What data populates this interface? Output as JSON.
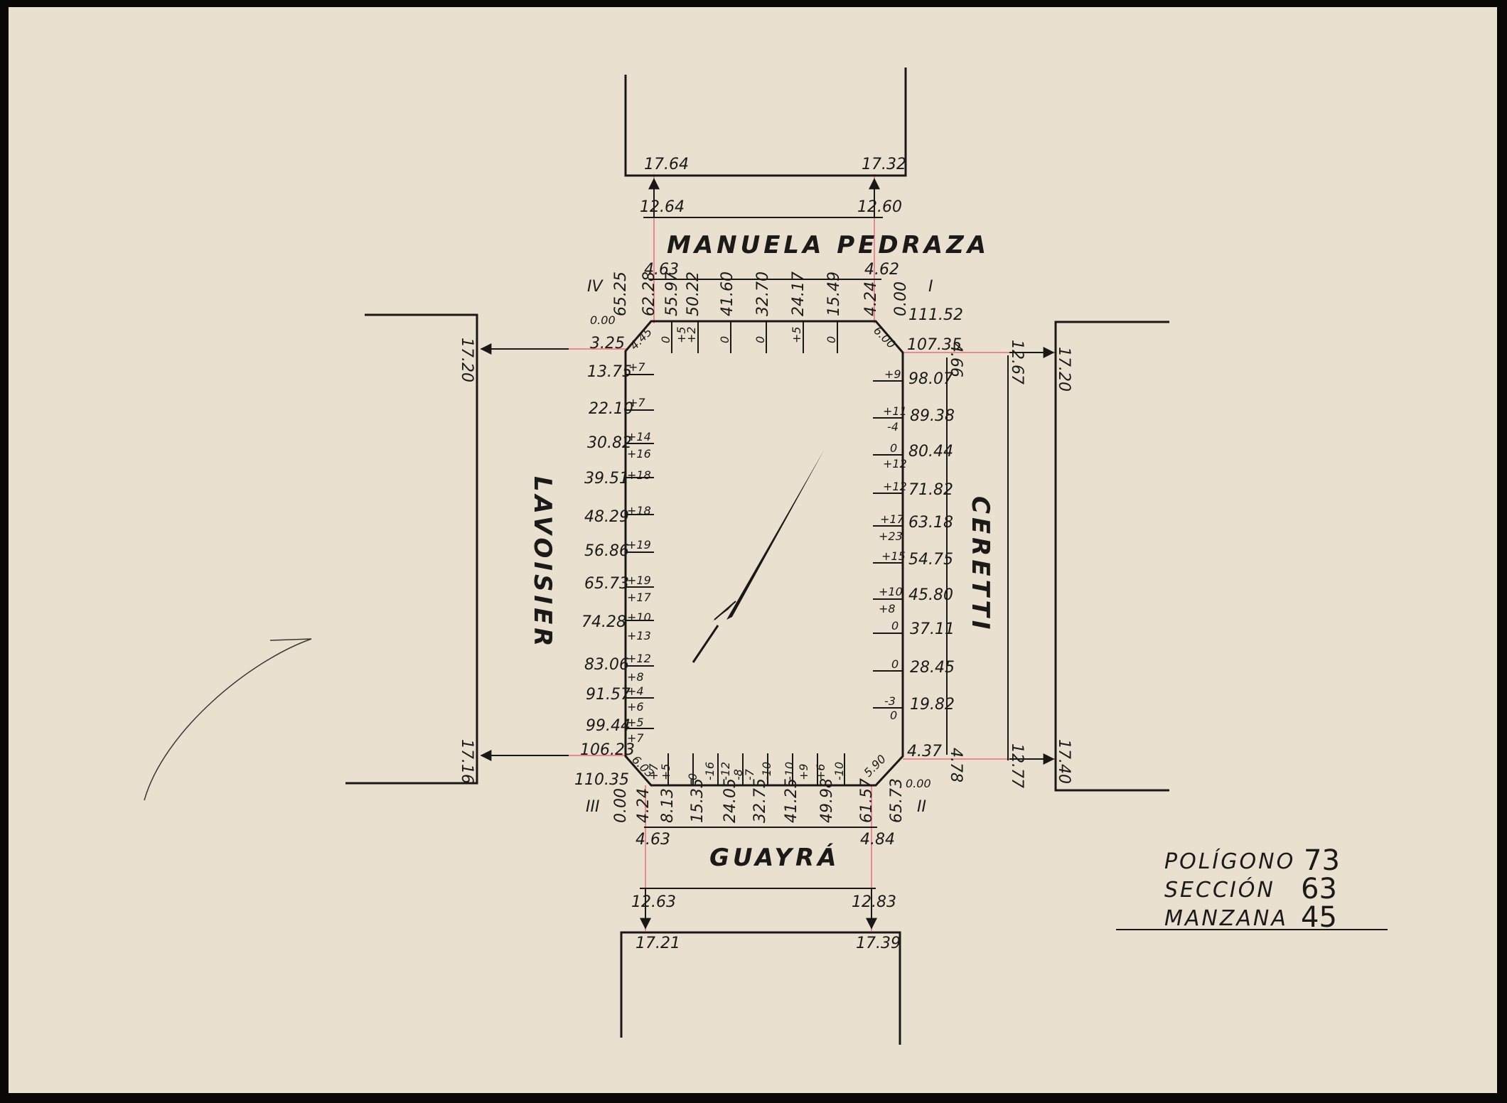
{
  "colors": {
    "paper": "#e6dccb",
    "ink": "#1a1816",
    "red": "#e88a96",
    "border": "#0a0806"
  },
  "streets": {
    "north": "MANUELA PEDRAZA",
    "south": "GUAYRÁ",
    "west": "LAVOISIER",
    "east": "CERETTI"
  },
  "corners": {
    "I": "I",
    "II": "II",
    "III": "III",
    "IV": "IV"
  },
  "north": {
    "outer_left": "17.64",
    "outer_right": "17.32",
    "mid_left": "12.64",
    "mid_right": "12.60",
    "inner_left": "4.63",
    "inner_right": "4.62",
    "distances": [
      "65.25",
      "62.28",
      "55.97",
      "50.22",
      "41.60",
      "32.70",
      "24.17",
      "15.49",
      "4.24",
      "0.00"
    ],
    "levels": [
      "0",
      "+5",
      "+2",
      "0",
      "0",
      "+5",
      "0"
    ],
    "chamfer_w": "4.45",
    "chamfer_e": "6.00"
  },
  "south": {
    "outer_left": "17.21",
    "outer_right": "17.39",
    "mid_left": "12.63",
    "mid_right": "12.83",
    "inner_left": "4.63",
    "inner_right": "4.84",
    "distances": [
      "0.00",
      "4.24",
      "8.13",
      "15.35",
      "24.05",
      "32.75",
      "41.25",
      "49.98",
      "61.57",
      "65.73"
    ],
    "levels": [
      "+7",
      "+5",
      "0",
      "-16",
      "-12",
      "-8",
      "-7",
      "-10",
      "-10",
      "+9",
      "+6",
      "-10"
    ],
    "chamfer_w": "6.03",
    "chamfer_e": "5.90"
  },
  "west": {
    "outer_top": "17.20",
    "outer_bottom": "17.16",
    "corner_top": "0.00",
    "corner_bottom": "110.35",
    "distances": [
      "3.25",
      "13.75",
      "22.10",
      "30.82",
      "39.51",
      "48.29",
      "56.86",
      "65.73",
      "74.28",
      "83.06",
      "91.57",
      "99.44",
      "106.23"
    ],
    "levels": [
      "+7",
      "+7",
      "+14",
      "+16",
      "+18",
      "+18",
      "+19",
      "+19",
      "+17",
      "+10",
      "+13",
      "+12",
      "+8",
      "+4",
      "+6",
      "+5",
      "+7"
    ]
  },
  "east": {
    "outer_top": "17.20",
    "outer_bottom": "17.40",
    "mid_top": "12.67",
    "mid_bottom": "12.77",
    "inner_top": "4.66",
    "inner_bottom": "4.78",
    "corner_top": "111.52",
    "corner_bottom": "0.00",
    "distances": [
      "107.35",
      "98.07",
      "89.38",
      "80.44",
      "71.82",
      "63.18",
      "54.75",
      "45.80",
      "37.11",
      "28.45",
      "19.82",
      "4.37"
    ],
    "levels": [
      "+9",
      "+11",
      "-4",
      "0",
      "+12",
      "+12",
      "+17",
      "+23",
      "+15",
      "+10",
      "+8",
      "0",
      "0",
      "-3",
      "0"
    ]
  },
  "legend": {
    "label_1": "POLÍGONO",
    "value_1": "73",
    "label_2": "SECCIÓN",
    "value_2": "63",
    "label_3": "MANZANA",
    "value_3": "45"
  }
}
